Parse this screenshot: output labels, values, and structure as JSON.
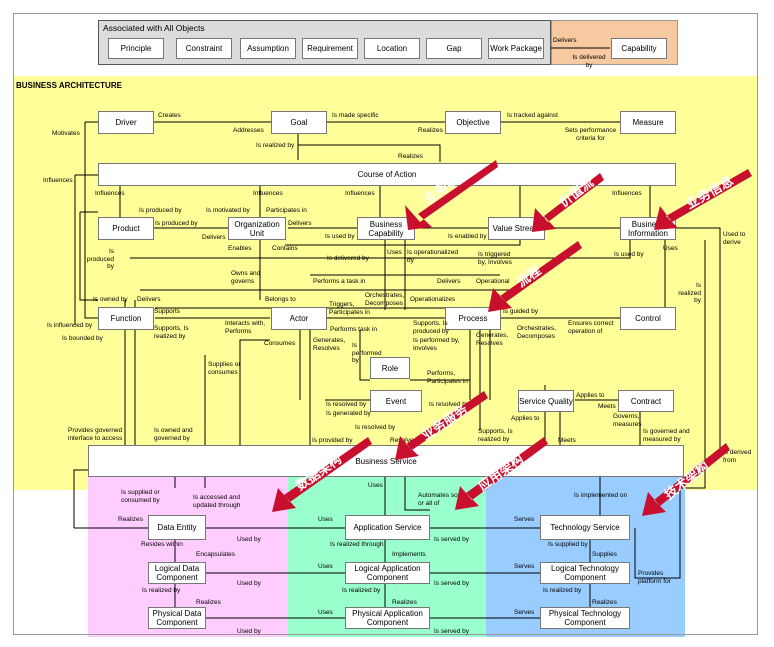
{
  "colors": {
    "assoc_bg": "#dcdcdc",
    "capability_bg": "#f7c9a0",
    "business_bg": "#ffff99",
    "data_bg": "#ffccff",
    "application_bg": "#99ffcc",
    "technology_bg": "#99ccff",
    "arrow_red": "#c8102e"
  },
  "assoc": {
    "title": "Associated with All Objects",
    "items": [
      "Principle",
      "Constraint",
      "Assumption",
      "Requirement",
      "Location",
      "Gap",
      "Work Package"
    ],
    "delivers_label": "Delivers",
    "is_delivered_by_label": "Is delivered by",
    "capability": "Capability"
  },
  "business": {
    "title": "BUSINESS ARCHITECTURE",
    "nodes": {
      "driver": "Driver",
      "goal": "Goal",
      "objective": "Objective",
      "measure": "Measure",
      "course_of_action": "Course of Action",
      "product": "Product",
      "org_unit": "Organization Unit",
      "business_capability": "Business Capability",
      "value_stream": "Value Stream",
      "business_information": "Business Information",
      "function": "Function",
      "actor": "Actor",
      "process": "Process",
      "control": "Control",
      "role": "Role",
      "event": "Event",
      "service_quality": "Service Quality",
      "contract": "Contract",
      "business_service": "Business Service"
    },
    "labels": {
      "creates": "Creates",
      "motivates": "Motivates",
      "addresses": "Addresses",
      "is_made_specific": "Is made specific",
      "is_tracked_against": "Is tracked against",
      "realizes_goal": "Realizes",
      "sets_performance": "Sets performance criteria for",
      "is_realized_by": "Is realized by",
      "realizes_coa": "Realizes",
      "influences_left": "Influences",
      "influences_1": "Influences",
      "influences_2": "Influences",
      "influences_3": "Influences",
      "influences_4": "Influences",
      "is_produced_by_1": "Is produced by",
      "is_motivated_by": "Is motivated by",
      "participates_in": "Participates in",
      "is_produced_by_2": "Is produced by",
      "delivers_1": "Delivers",
      "delivers_2": "Delivers",
      "enables": "Enables",
      "contains": "Contains",
      "is_used_by_1": "Is used by",
      "is_enabled_by": "Is enabled by",
      "used_to_derive": "Used to derive",
      "is_produced_by_left": "Is produced by",
      "is_delivered_by": "Is delivered by",
      "owns_and_governs": "Owns and governs",
      "uses_1": "Uses",
      "is_operationalized_by": "Is operationalized by",
      "is_triggered_by": "Is triggered by, Involves",
      "is_used_by_2": "Is used by",
      "uses_2": "Uses",
      "is_realized_by_bi": "Is realized by",
      "performs_task": "Performs a task in",
      "is_owned_by": "Is owned by",
      "delivers_3": "Delivers",
      "belongs_to": "Belongs to",
      "triggers": "Triggers, Participates in",
      "orchestrates_1": "Orchestrates, Decomposes",
      "operationalizes": "Operationalizes",
      "delivers_4": "Delivers",
      "operational": "Operational",
      "is_influenced_by": "Is influenced by",
      "supports_1": "Supports",
      "supports_realized": "Supports, Is realized by",
      "is_bounded_by": "Is bounded by",
      "interacts_with": "Interacts with, Performs",
      "performs_task_in": "Performs task in",
      "consumes": "Consumes",
      "generates_1": "Generates, Resolves",
      "is_performed_by": "Is performed by",
      "supports_produced": "Supports, Is produced by",
      "is_performed_involves": "Is performed by, Involves",
      "generates_2": "Generates, Resolves",
      "orchestrates_2": "Orchestrates, Decomposes",
      "is_guided_by": "Is guided by",
      "ensures_correct": "Ensures correct operation of",
      "supplies_or_consumes": "Supplies or consumes",
      "performs_participates": "Performs, Participates in",
      "applies_to": "Applies to",
      "meets_1": "Meets",
      "governs_measures": "Governs, measures",
      "is_resolved_by": "Is resolved by",
      "is_generated_by": "Is generated by",
      "is_resolved_by_2": "Is resolved by",
      "is_resolved_by_3": "Is resolved by",
      "resolves": "Resolves",
      "provides_governed": "Provides governed interface to access",
      "is_owned_governed": "Is owned and governed by",
      "is_provided_by": "Is provided by",
      "supports_realized_2": "Supports, Is realized by",
      "meets_2": "Meets",
      "is_governed_measured": "Is governed and measured by",
      "is_derived_from": "Is derived from"
    }
  },
  "lower": {
    "data": {
      "nodes": {
        "data_entity": "Data Entity",
        "logical_data": "Logical Data Component",
        "physical_data": "Physical Data Component"
      },
      "labels": {
        "is_supplied": "Is supplied or consumed by",
        "is_accessed": "Is accessed and updated through",
        "realizes": "Realizes",
        "resides_within": "Resides within",
        "encapsulates": "Encapsulates",
        "used_by_1": "Used by",
        "is_realized_by": "Is realized by",
        "realizes_2": "Realizes",
        "used_by_2": "Used by",
        "used_by_3": "Used by"
      }
    },
    "application": {
      "nodes": {
        "application_service": "Application Service",
        "logical_application": "Logical Application Component",
        "physical_application": "Physical Application Component"
      },
      "labels": {
        "uses_top": "Uses",
        "automates": "Automates some or all of",
        "uses_1": "Uses",
        "is_served_by_1": "Is served by",
        "is_realized_through": "Is realized through",
        "implements": "Implements",
        "uses_2": "Uses",
        "is_served_by_2": "Is served by",
        "is_realized_by": "Is realized by",
        "realizes": "Realizes",
        "uses_3": "Uses",
        "is_served_by_3": "Is served by"
      }
    },
    "technology": {
      "nodes": {
        "technology_service": "Technology Service",
        "logical_technology": "Logical Technology Component",
        "physical_technology": "Physical Technology Component"
      },
      "labels": {
        "is_implemented_on": "Is implemented on",
        "serves_1": "Serves",
        "is_supplied_by": "Is supplied by",
        "supplies": "Supplies",
        "provides_platform": "Provides platform for",
        "serves_2": "Serves",
        "is_realized_by": "Is realized by",
        "realizes": "Realizes",
        "serves_3": "Serves"
      }
    }
  },
  "callouts": {
    "business_capability": "业务能力",
    "value_stream": "价值流",
    "business_information": "业务信息",
    "process": "流程",
    "business_service": "业务服务",
    "data": "数据架构",
    "application": "应用架构",
    "technology": "技术架构"
  }
}
